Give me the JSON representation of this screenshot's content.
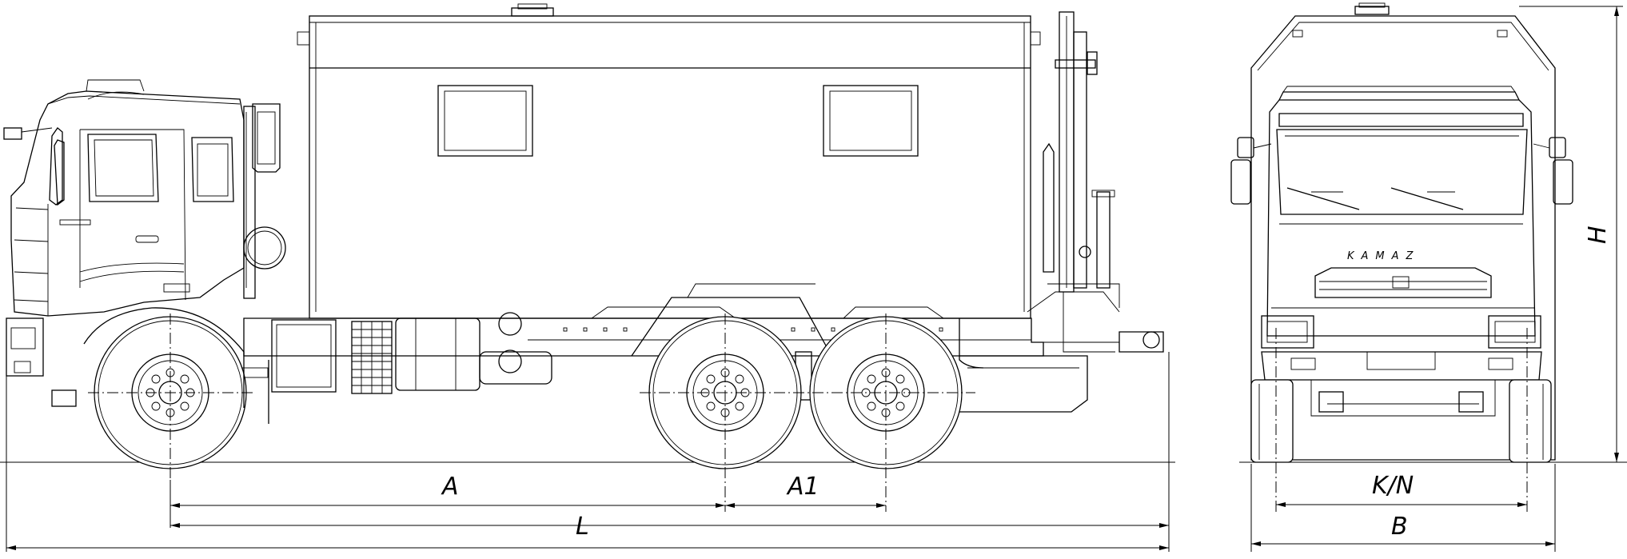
{
  "dimensions": {
    "wheelbase_front": "A",
    "wheelbase_rear": "A1",
    "length_chassis": "L",
    "overall_length": "",
    "height": "H",
    "track": "K/N",
    "width": "B"
  },
  "brand_badge": "KAMAZ"
}
